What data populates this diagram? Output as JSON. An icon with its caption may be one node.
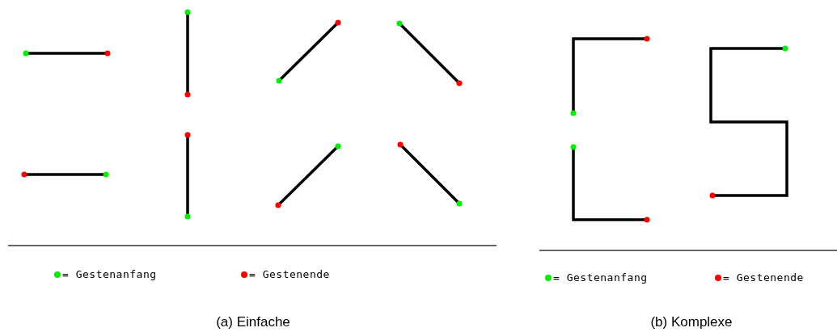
{
  "diagram": {
    "labels": [
      "(a) Einfache",
      "(b) Komplexe"
    ],
    "legend": [
      {
        "text": "= Gestenanfang",
        "color": "#00ee00"
      },
      {
        "text": "= Gestenende",
        "color": "#ff0000"
      },
      {
        "text": "= Gestenanfang",
        "color": "#00ee00"
      },
      {
        "text": "= Gestenende",
        "color": "#ff0000"
      }
    ]
  }
}
